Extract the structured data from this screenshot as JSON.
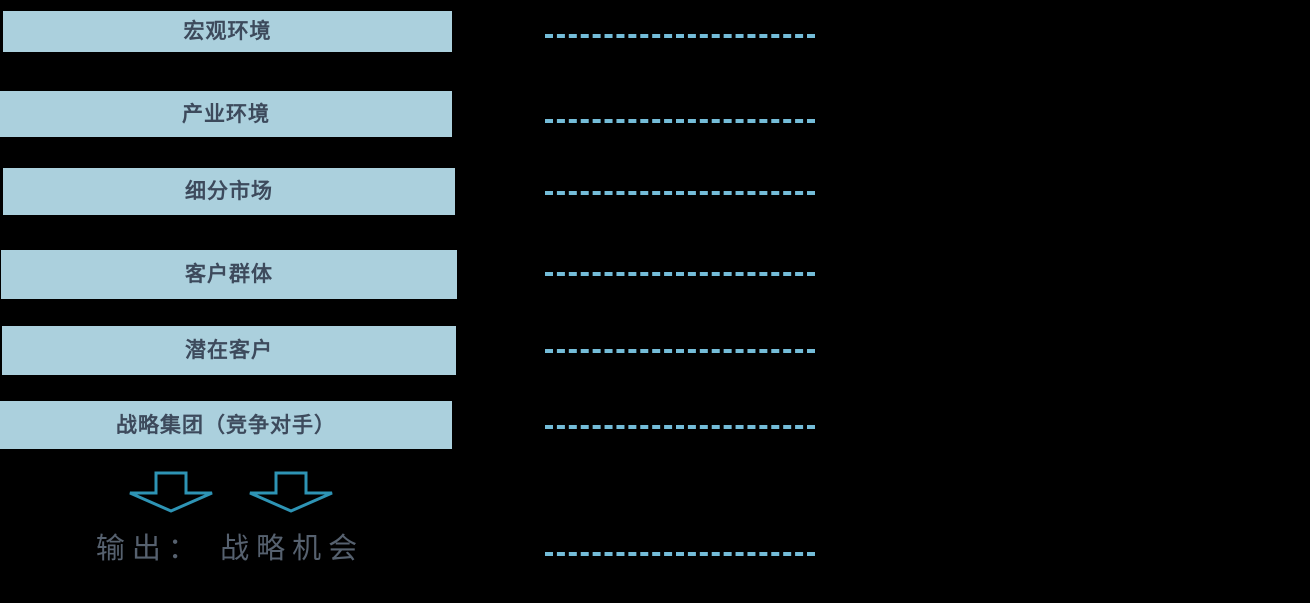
{
  "diagram": {
    "title_text": "",
    "background_color": "#000000",
    "box_fill_color": "#abd0dd",
    "box_text_color": "#3d4a5c",
    "dash_color": "#74bcd8",
    "arrow_color": "#2e94b5",
    "output_text_color": "#56616f",
    "levels": [
      {
        "label": "宏观环境"
      },
      {
        "label": "产业环境"
      },
      {
        "label": "细分市场"
      },
      {
        "label": "客户群体"
      },
      {
        "label": "潜在客户"
      },
      {
        "label": "战略集团（竞争对手）"
      }
    ],
    "arrows": [
      {
        "name": "down-arrow-left",
        "direction": "down"
      },
      {
        "name": "down-arrow-right",
        "direction": "down"
      }
    ],
    "output": {
      "label": "输出： 战略机会"
    },
    "connector_lines": [
      {
        "style": "dashed",
        "aligned_to": "宏观环境"
      },
      {
        "style": "dashed",
        "aligned_to": "产业环境"
      },
      {
        "style": "dashed",
        "aligned_to": "细分市场"
      },
      {
        "style": "dashed",
        "aligned_to": "客户群体"
      },
      {
        "style": "dashed",
        "aligned_to": "潜在客户"
      },
      {
        "style": "dashed",
        "aligned_to": "战略集团（竞争对手）"
      },
      {
        "style": "dashed",
        "aligned_to": "输出： 战略机会"
      }
    ]
  }
}
